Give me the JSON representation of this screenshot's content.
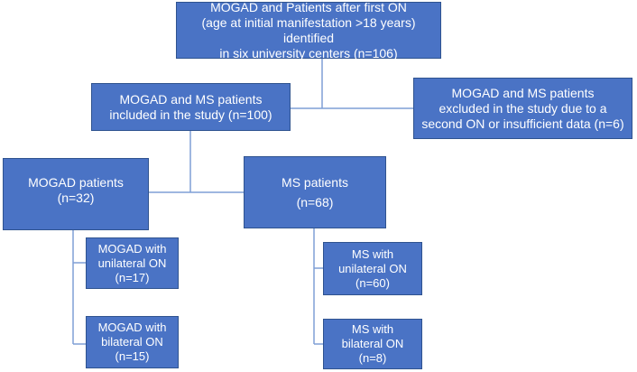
{
  "boxes": {
    "top": {
      "line1": "MOGAD and Patients after first ON",
      "line2": "(age at initial manifestation >18 years) identified",
      "line3": "in six university centers (n=106)"
    },
    "included": {
      "line1": "MOGAD and MS patients",
      "line2": "included in the study (n=100)"
    },
    "excluded": {
      "line1": "MOGAD and MS patients",
      "line2": "excluded in the study due to a",
      "line3": "second ON or insufficient data (n=6)"
    },
    "mogad": {
      "line1": "MOGAD patients",
      "line2": "(n=32)"
    },
    "ms": {
      "line1": "MS patients",
      "line2": "(n=68)"
    },
    "mogad_uni": {
      "line1": "MOGAD with",
      "line2": "unilateral ON",
      "line3": "(n=17)"
    },
    "mogad_bi": {
      "line1": "MOGAD with",
      "line2": "bilateral ON",
      "line3": "(n=15)"
    },
    "ms_uni": {
      "line1": "MS with",
      "line2": "unilateral ON",
      "line3": "(n=60)"
    },
    "ms_bi": {
      "line1": "MS with",
      "line2": "bilateral ON",
      "line3": "(n=8)"
    }
  },
  "colors": {
    "box_fill": "#4a73c5",
    "box_border": "#2f538f",
    "connector": "#7f9fd6",
    "text": "#ffffff"
  }
}
